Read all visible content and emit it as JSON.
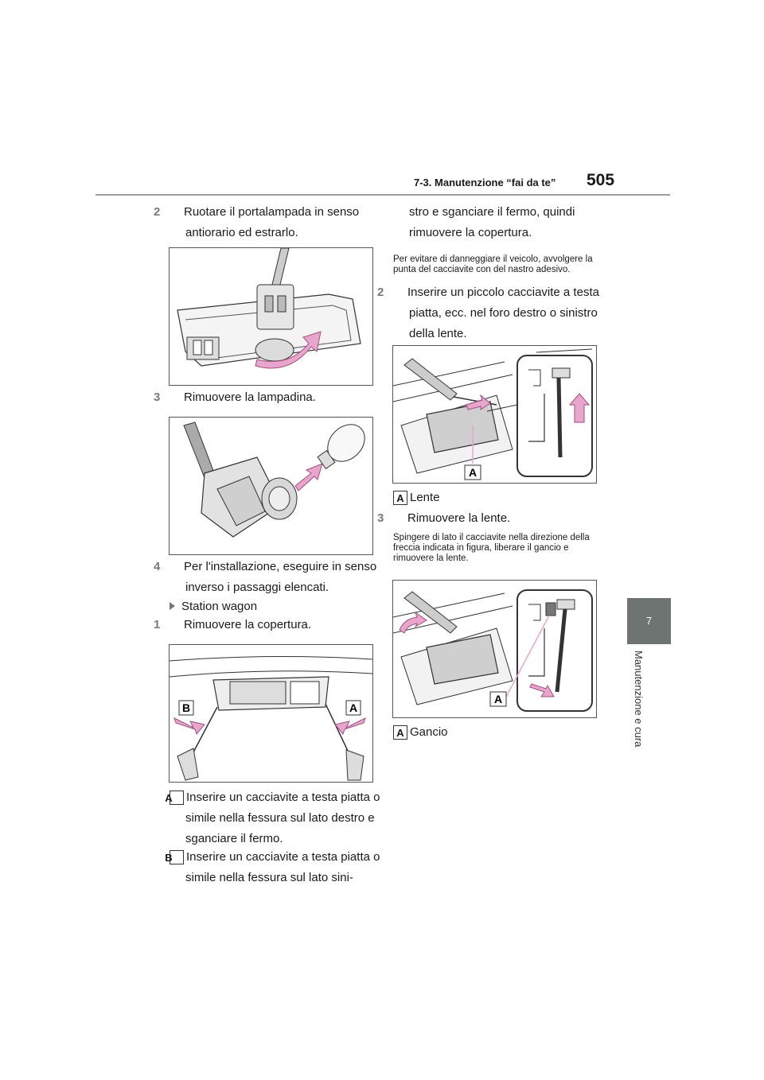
{
  "header": {
    "section": "7-3. Manutenzione “fai da te”",
    "page_number": "505"
  },
  "side_tab": {
    "chapter": "7",
    "title": "Manutenzione e cura"
  },
  "left_column": {
    "step2_num": "2",
    "step2_text": "Ruotare il portalampada in senso antiorario ed estrarlo.",
    "step3_num": "3",
    "step3_text": "Rimuovere la lampadina.",
    "step4_num": "4",
    "step4_text": "Per l'installazione, eseguire in senso inverso i passaggi elencati.",
    "bullet": "Station wagon",
    "step1_num": "1",
    "step1_text": "Rimuovere la copertura.",
    "fig3_label_a": "A",
    "fig3_label_b": "B",
    "legend_a_label": "A",
    "legend_a_text": "Inserire un cacciavite a testa piatta o simile nella fessura sul lato destro e sganciare il fermo.",
    "legend_b_label": "B",
    "legend_b_text": "Inserire un cacciavite a testa piatta o simile nella fessura sul lato sini-"
  },
  "right_column": {
    "continued_text": "stro e sganciare il fermo, quindi rimuovere la copertura.",
    "note1": "Per evitare di danneggiare il veicolo, avvolgere la punta del cacciavite con del nastro adesivo.",
    "step2_num": "2",
    "step2_text": "Inserire un piccolo cacciavite a testa piatta, ecc. nel foro destro o sinistro della lente.",
    "fig4_label_a": "A",
    "legend_lente_label": "A",
    "legend_lente_text": "Lente",
    "step3_num": "3",
    "step3_text": "Rimuovere la lente.",
    "note2": "Spingere di lato il cacciavite nella direzione della freccia indicata in figura, liberare il gancio e rimuovere la lente.",
    "fig5_label_a": "A",
    "legend_gancio_label": "A",
    "legend_gancio_text": "Gancio"
  },
  "colors": {
    "accent_arrow": "#e8a6cc",
    "side_tab": "#6e7472",
    "rule": "#9aa09d"
  }
}
